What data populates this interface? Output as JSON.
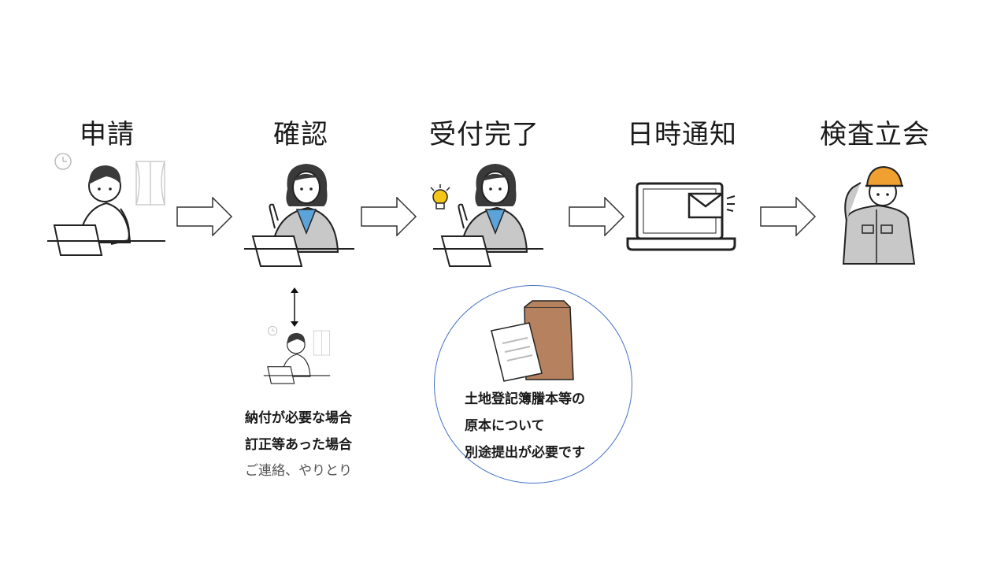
{
  "steps": [
    {
      "label": "申請"
    },
    {
      "label": "確認"
    },
    {
      "label": "受付完了"
    },
    {
      "label": "日時通知"
    },
    {
      "label": "検査立会"
    }
  ],
  "note": {
    "line1": "納付が必要な場合",
    "line2": "訂正等あった場合",
    "line3": "ご連絡、やりとり"
  },
  "circle_note": {
    "line1": "土地登記簿謄本等の",
    "line2": "原本について",
    "line3": "別途提出が必要です"
  },
  "colors": {
    "circle_border": "#4472c4",
    "envelope_brown": "#b5815e",
    "helmet_orange": "#f0a030",
    "shirt_blue": "#5ba3d9",
    "suit_gray": "#c8c8c8",
    "bulb_yellow": "#f5c518"
  }
}
